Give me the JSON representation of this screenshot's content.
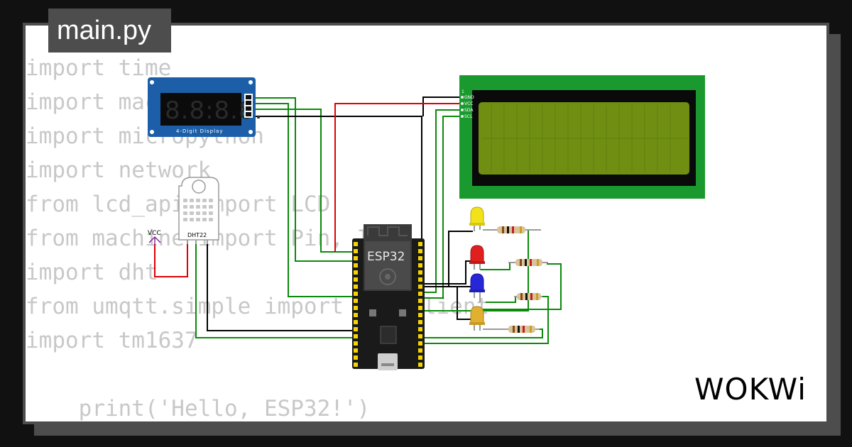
{
  "file_tab": {
    "label": "main.py"
  },
  "code_lines": [
    "import time",
    "import machine",
    "import micropython",
    "import network",
    "from lcd_api import LCD",
    "from machine import Pin, I2C",
    "import dht",
    "from umqtt.simple import MQTTClient",
    "import tm1637",
    "",
    "    print('Hello, ESP32!')"
  ],
  "components": {
    "seven_segment": {
      "label": "4-Digit Display",
      "digits": "8.8:8.8."
    },
    "dht": {
      "label": "DHT22",
      "vcc_label": "VCC"
    },
    "esp32": {
      "label": "ESP32"
    },
    "lcd": {
      "pin_labels": [
        "GND",
        "VCC",
        "SDA",
        "SCL"
      ],
      "pin1": "1"
    }
  },
  "colors": {
    "wire_green": "#0a8a0a",
    "wire_red": "#e00000",
    "wire_black": "#000000",
    "lcd_board": "#1a9a2e",
    "lcd_screen": "#6f8e12",
    "seven_seg_board": "#1c5fa8",
    "led_colors": [
      "#f2e21a",
      "#e02020",
      "#2727d8",
      "#e0b030"
    ]
  },
  "brand": {
    "logo": "WOKWi"
  }
}
